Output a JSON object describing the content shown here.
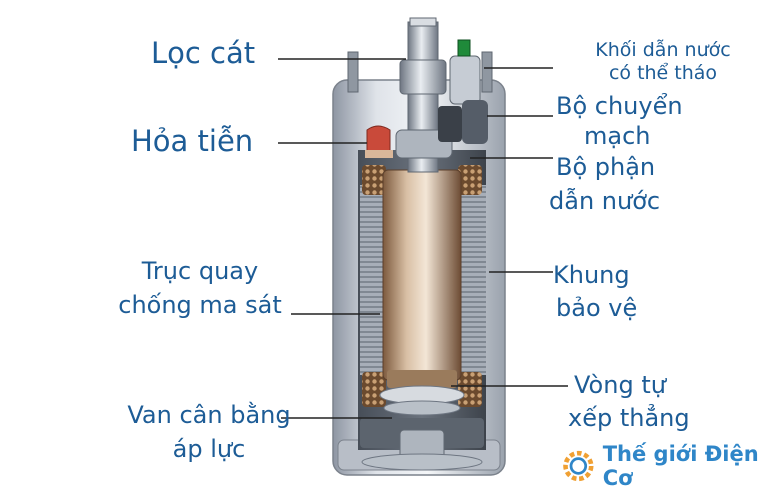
{
  "labels": {
    "loc_cat": "Lọc cát",
    "hoa_tien": "Hỏa tiễn",
    "truc_quay_1": "Trục quay",
    "truc_quay_2": "chống ma sát",
    "van_1": "Van cân bằng",
    "van_2": "áp lực",
    "khoi_1": "Khối dẫn nước",
    "khoi_2": "có thể tháo",
    "bo_chuyen_1": "Bộ  chuyển",
    "bo_chuyen_2": "mạch",
    "bo_phan_1": "Bộ phận",
    "bo_phan_2": "dẫn nước",
    "khung_1": "Khung",
    "khung_2": "bảo vệ",
    "vong_1": "Vòng tự",
    "vong_2": "xếp thẳng"
  },
  "watermark": {
    "text": "Thế giới Điện Cơ",
    "icon": "gear-icon"
  },
  "colors": {
    "label": "#1d5c96",
    "watermark": "#2f86c8",
    "leader": "#222222",
    "casing": "#c9ced6"
  }
}
